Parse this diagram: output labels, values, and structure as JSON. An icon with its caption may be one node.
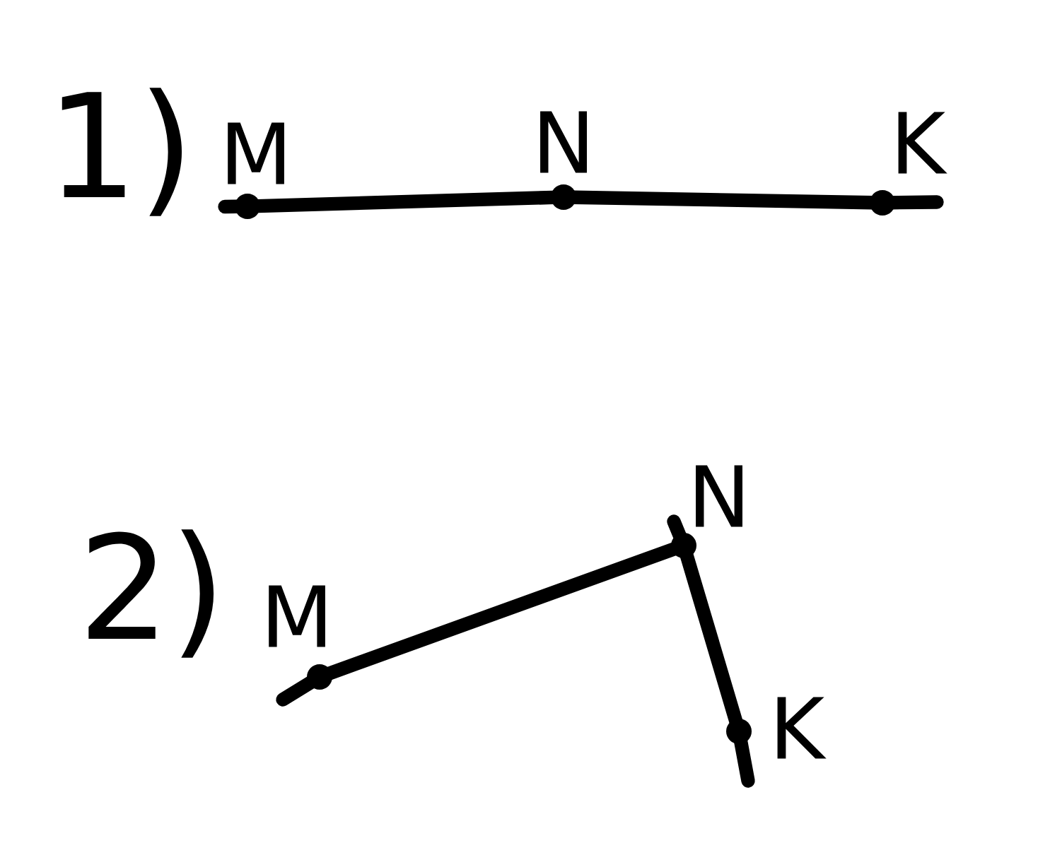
{
  "diagram": {
    "nodes": [
      {
        "text": [
          "M"
        ]
      },
      {
        "text": [
          "N"
        ]
      },
      {
        "text": [
          "K"
        ]
      },
      {
        "text": [
          "M"
        ]
      },
      {
        "text": [
          "N"
        ]
      },
      {
        "text": [
          "K"
        ]
      }
    ],
    "edges": [
      {
        "from": 0,
        "to": 1,
        "arrow": "none"
      },
      {
        "from": 1,
        "to": 2,
        "arrow": "none"
      },
      {
        "from": 3,
        "to": 4,
        "arrow": "none"
      },
      {
        "from": 4,
        "to": 5,
        "arrow": "none"
      }
    ],
    "labels": [
      "1)",
      "2)"
    ]
  }
}
